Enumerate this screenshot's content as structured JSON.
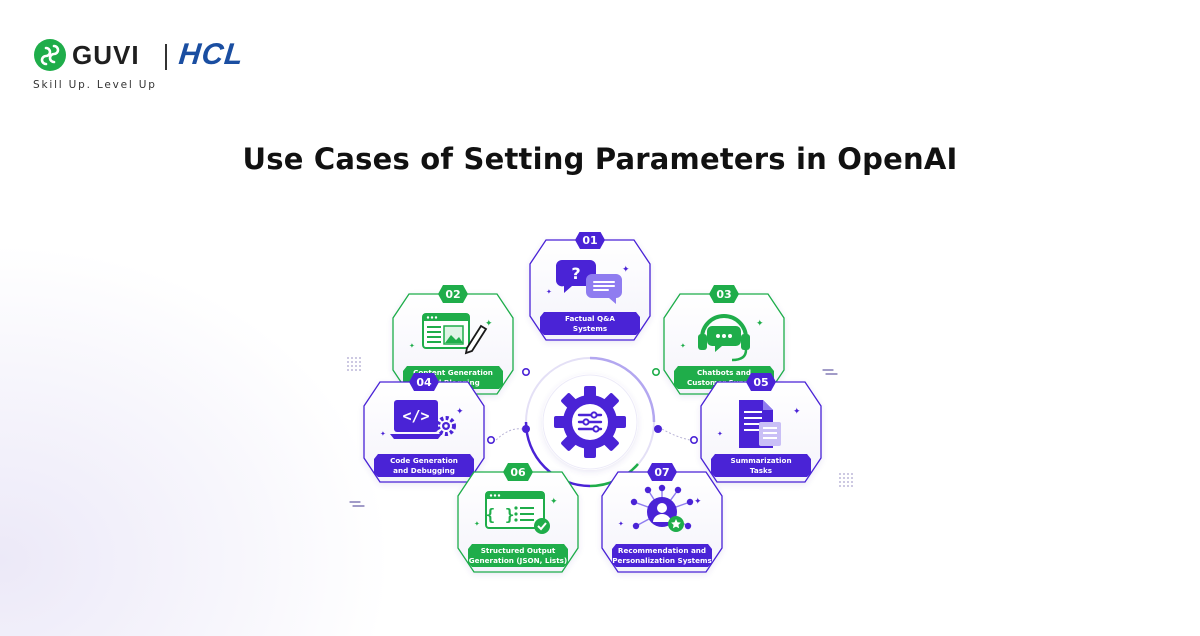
{
  "brand": {
    "guvi": "GUVI",
    "hcl": "HCL",
    "tagline": "Skill Up. Level Up",
    "green": "#1fad4a",
    "blue": "#1a4ea1"
  },
  "title": "Use Cases of Setting Parameters in OpenAI",
  "colors": {
    "purple": "#4a23d6",
    "green": "#1fad4a"
  },
  "use_cases": [
    {
      "number": "01",
      "line1": "Factual Q&A",
      "line2": "Systems",
      "color": "purple",
      "icon": "chat-question-icon"
    },
    {
      "number": "02",
      "line1": "Content Generation",
      "line2": "and Blogging",
      "color": "green",
      "icon": "content-edit-icon"
    },
    {
      "number": "03",
      "line1": "Chatbots and",
      "line2": "Customer Support",
      "color": "green",
      "icon": "headset-icon"
    },
    {
      "number": "04",
      "line1": "Code Generation",
      "line2": "and Debugging",
      "color": "purple",
      "icon": "code-laptop-icon"
    },
    {
      "number": "05",
      "line1": "Summarization",
      "line2": "Tasks",
      "color": "purple",
      "icon": "document-summary-icon"
    },
    {
      "number": "06",
      "line1": "Structured Output",
      "line2": "Generation (JSON, Lists)",
      "color": "green",
      "icon": "json-list-icon"
    },
    {
      "number": "07",
      "line1": "Recommendation and",
      "line2": "Personalization Systems",
      "color": "purple",
      "icon": "user-network-icon"
    }
  ],
  "center_icon": "settings-gear-sliders-icon"
}
